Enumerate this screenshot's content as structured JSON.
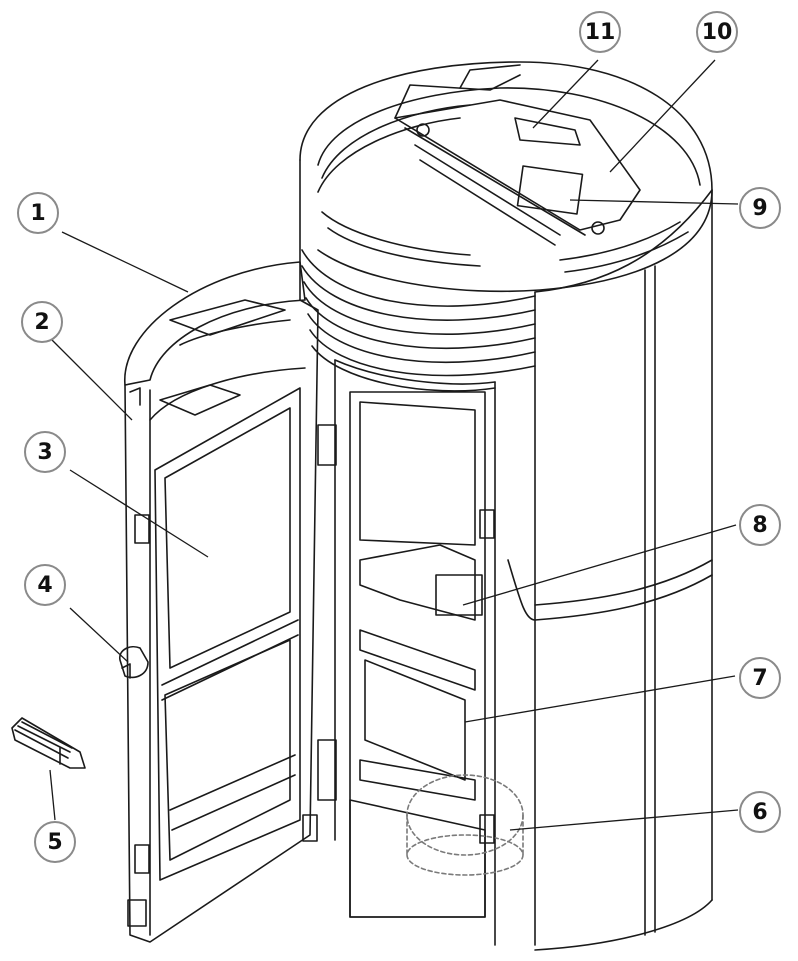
{
  "diagram": {
    "callouts": [
      {
        "label": "1"
      },
      {
        "label": "2"
      },
      {
        "label": "3"
      },
      {
        "label": "4"
      },
      {
        "label": "5"
      },
      {
        "label": "6"
      },
      {
        "label": "7"
      },
      {
        "label": "8"
      },
      {
        "label": "9"
      },
      {
        "label": "10"
      },
      {
        "label": "11"
      }
    ],
    "colors": {
      "line": "#1a1a1a",
      "callout_border": "#8a8a8a",
      "background": "#ffffff"
    }
  }
}
